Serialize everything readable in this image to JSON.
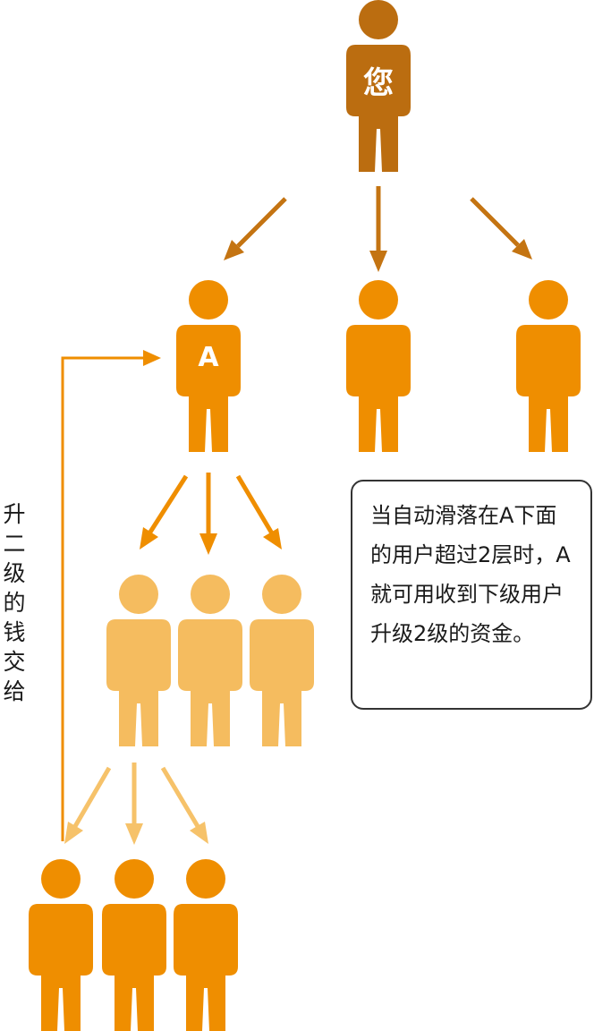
{
  "diagram": {
    "top_person_label": "您",
    "person_a_label": "A",
    "side_label": "升二级的钱交给",
    "note": "当自动滑落在A下面的用户超过2层时，A就可用收到下级用户升级2级的资金。"
  },
  "colors": {
    "top_person": "#bb6d10",
    "level1": "#ef8e00",
    "level2": "#f5bc5f",
    "level3": "#ef8e00",
    "arrow_dark": "#c47412",
    "arrow_level2": "#ef8e00",
    "arrow_level3": "#f6c26a",
    "return_line": "#ef8e00"
  }
}
